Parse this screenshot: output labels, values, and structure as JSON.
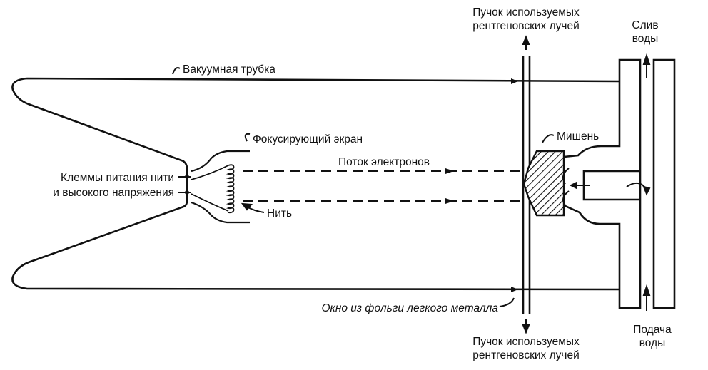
{
  "diagram": {
    "labels": {
      "beam_top_line1": "Пучок используемых",
      "beam_top_line2": "рентгеновских лучей",
      "beam_bottom_line1": "Пучок используемых",
      "beam_bottom_line2": "рентгеновских лучей",
      "drain_line1": "Слив",
      "drain_line2": "воды",
      "supply_line1": "Подача",
      "supply_line2": "воды",
      "vacuum_tube": "Вакуумная трубка",
      "focusing_screen": "Фокусирующий экран",
      "target": "Мишень",
      "electron_flow": "Поток электронов",
      "terminals_line1": "Клеммы питания нити",
      "terminals_line2": "и высокого напряжения",
      "filament": "Нить",
      "foil_window": "Окно из фольги легкого металла"
    }
  }
}
